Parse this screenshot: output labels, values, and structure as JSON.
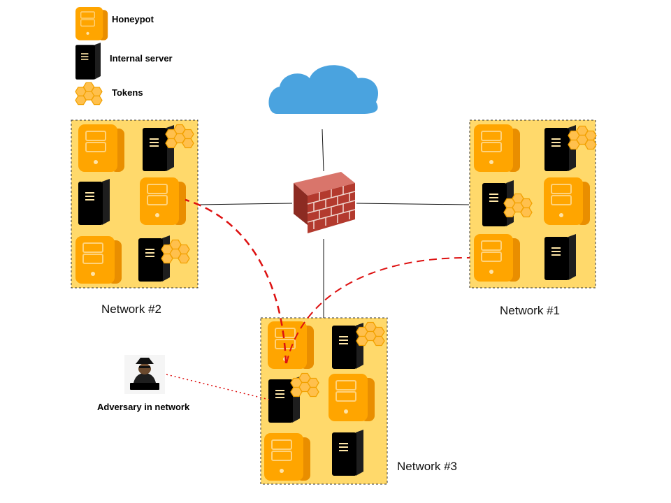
{
  "legend": {
    "honeypot": "Honeypot",
    "internal_server": "Internal server",
    "tokens": "Tokens"
  },
  "networks": {
    "n1": "Network #1",
    "n2": "Network #2",
    "n3": "Network #3"
  },
  "adversary": "Adversary in network",
  "colors": {
    "honeypot": "#FFA500",
    "server": "#000000",
    "network_fill": "#FFD96B",
    "token": "#FFC04D",
    "attack_path": "#DD1111",
    "cloud": "#4AA3DF",
    "firewall": "#B33A2E"
  }
}
